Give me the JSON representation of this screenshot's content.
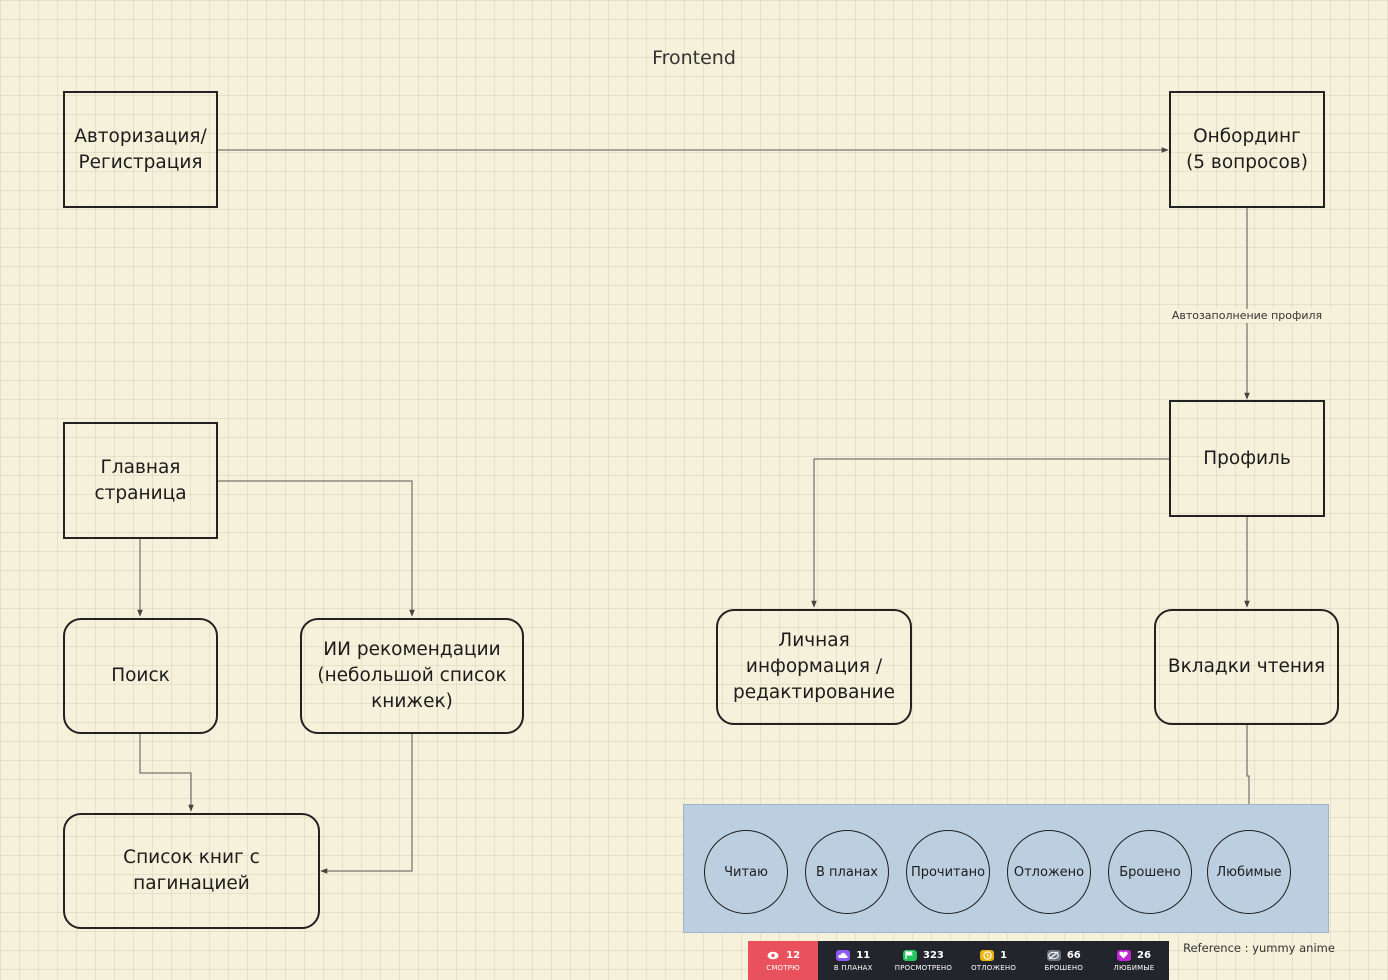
{
  "diagram": {
    "title": "Frontend",
    "nodes": {
      "auth": "Авторизация/\nРегистрация",
      "onboarding": "Онбординг\n(5 вопросов)",
      "profile": "Профиль",
      "main_page": "Главная\nстраница",
      "search": "Поиск",
      "ai_recommendations": "ИИ рекомендации\n(небольшой список\nкнижек)",
      "personal_info": "Личная\nинформация /\nредактирование",
      "reading_tabs": "Вкладки чтения",
      "book_list": "Список книг с пагинацией"
    },
    "edge_label": "Автозаполнение профиля",
    "tabs": [
      "Читаю",
      "В планах",
      "Прочитано",
      "Отложено",
      "Брошено",
      "Любимые"
    ],
    "reference_note": "Reference : yummy anime"
  },
  "reference_strip": {
    "items": [
      {
        "count": "12",
        "label": "СМОТРЮ",
        "icon": "eye-icon",
        "color": "#e9525c"
      },
      {
        "count": "11",
        "label": "В ПЛАНАХ",
        "icon": "cloud-icon",
        "color": "#8b5cf6"
      },
      {
        "count": "323",
        "label": "ПРОСМОТРЕНО",
        "icon": "flag-icon",
        "color": "#22c55e"
      },
      {
        "count": "1",
        "label": "ОТЛОЖЕНО",
        "icon": "clock-icon",
        "color": "#eab308"
      },
      {
        "count": "66",
        "label": "БРОШЕНО",
        "icon": "eye-off-icon",
        "color": "#6b7280"
      },
      {
        "count": "26",
        "label": "ЛЮБИМЫЕ",
        "icon": "heart-icon",
        "color": "#c026d3"
      }
    ]
  },
  "colors": {
    "canvas_background": "#f6f1db",
    "tabs_background": "#bccfe0",
    "strip_active": "#e9525c",
    "strip_background": "#23252d"
  }
}
